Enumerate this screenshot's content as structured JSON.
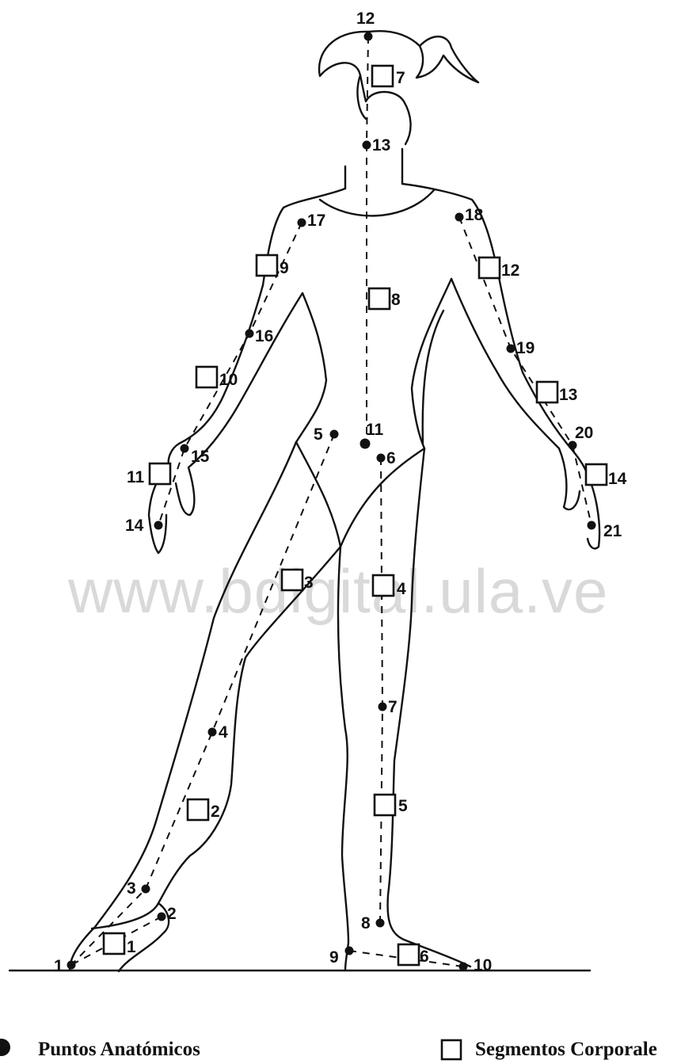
{
  "watermark": "www.bdigital.ula.ve",
  "legend": {
    "anatomical_points": "Puntos Anatómicos",
    "body_segments": "Segmentos Corporale"
  },
  "anatomical_points": [
    {
      "label": "1"
    },
    {
      "label": "2"
    },
    {
      "label": "3"
    },
    {
      "label": "4"
    },
    {
      "label": "5"
    },
    {
      "label": "6"
    },
    {
      "label": "7"
    },
    {
      "label": "8"
    },
    {
      "label": "9"
    },
    {
      "label": "10"
    },
    {
      "label": "11"
    },
    {
      "label": "12"
    },
    {
      "label": "13"
    },
    {
      "label": "14"
    },
    {
      "label": "15"
    },
    {
      "label": "16"
    },
    {
      "label": "17"
    },
    {
      "label": "18"
    },
    {
      "label": "19"
    },
    {
      "label": "20"
    },
    {
      "label": "21"
    }
  ],
  "body_segments": [
    {
      "label": "1"
    },
    {
      "label": "2"
    },
    {
      "label": "3"
    },
    {
      "label": "4"
    },
    {
      "label": "5"
    },
    {
      "label": "6"
    },
    {
      "label": "7"
    },
    {
      "label": "8"
    },
    {
      "label": "9"
    },
    {
      "label": "10"
    },
    {
      "label": "11"
    },
    {
      "label": "12"
    },
    {
      "label": "13"
    },
    {
      "label": "14"
    }
  ]
}
